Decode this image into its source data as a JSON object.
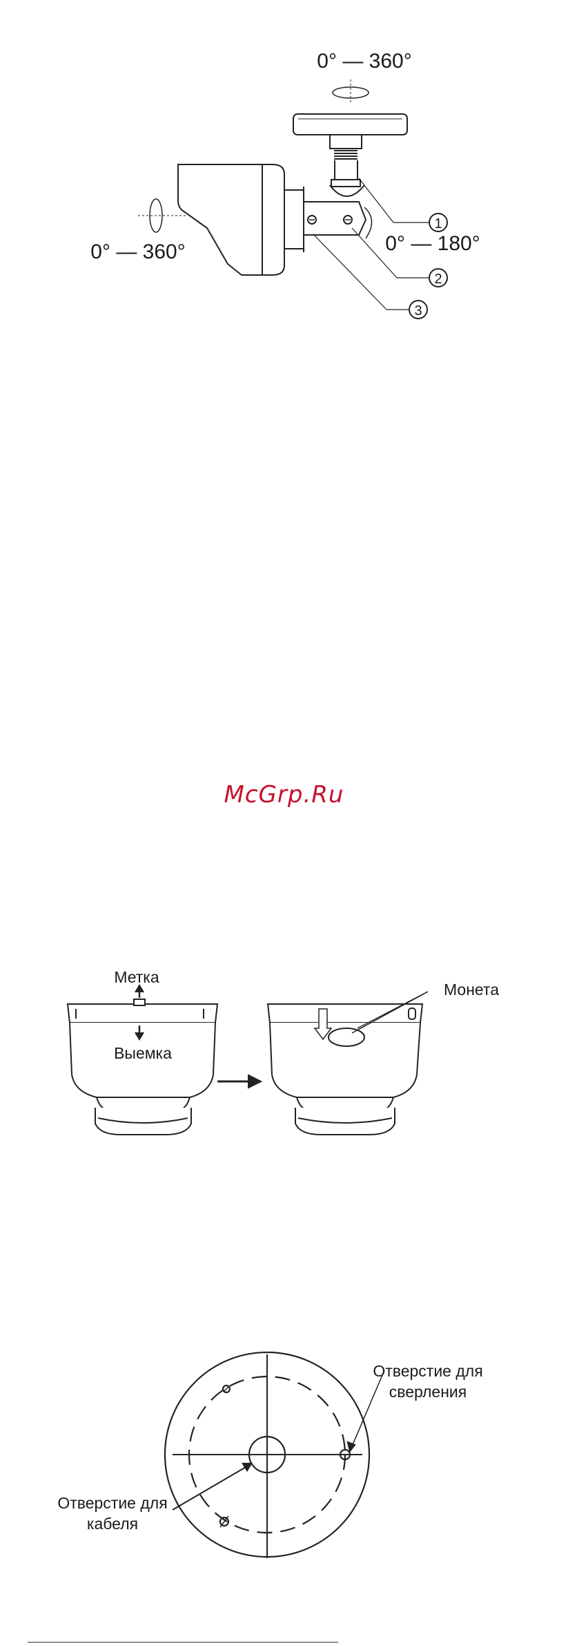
{
  "figure1": {
    "rotation_top": "0° — 360°",
    "rotation_left": "0° — 360°",
    "rotation_tilt": "0° — 180°",
    "callouts": [
      "1",
      "2",
      "3"
    ]
  },
  "watermark": "McGrp.Ru",
  "figure2": {
    "mark_label": "Метка",
    "notch_label": "Выемка",
    "coin_label": "Монета"
  },
  "figure3": {
    "drill_hole_label_line1": "Отверстие для",
    "drill_hole_label_line2": "сверления",
    "cable_hole_label_line1": "Отверстие для",
    "cable_hole_label_line2": "кабеля"
  }
}
